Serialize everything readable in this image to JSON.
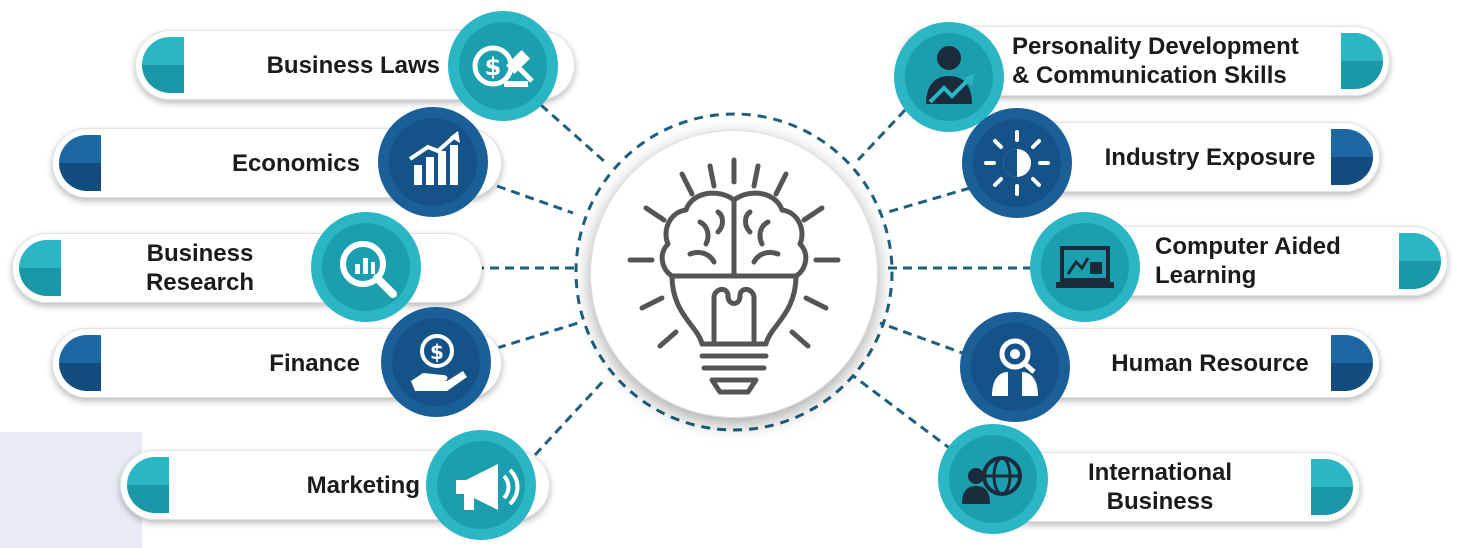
{
  "topics": [
    {
      "id": "business-laws",
      "lines": [
        "Business Laws"
      ],
      "icon": "gavel-dollar-icon",
      "color": "teal"
    },
    {
      "id": "economics",
      "lines": [
        "Economics"
      ],
      "icon": "bar-chart-growth-icon",
      "color": "navy"
    },
    {
      "id": "business-research",
      "lines": [
        "Business",
        "Research"
      ],
      "icon": "magnifier-chart-icon",
      "color": "teal"
    },
    {
      "id": "finance",
      "lines": [
        "Finance"
      ],
      "icon": "hand-coin-icon",
      "color": "navy"
    },
    {
      "id": "marketing",
      "lines": [
        "Marketing"
      ],
      "icon": "megaphone-icon",
      "color": "teal"
    },
    {
      "id": "personality-development",
      "lines": [
        "Personality Development",
        "& Communication Skills"
      ],
      "icon": "person-growth-icon",
      "color": "teal"
    },
    {
      "id": "industry-exposure",
      "lines": [
        "Industry Exposure"
      ],
      "icon": "sun-gear-icon",
      "color": "navy"
    },
    {
      "id": "computer-aided-learning",
      "lines": [
        "Computer Aided",
        "Learning"
      ],
      "icon": "laptop-icon",
      "color": "teal"
    },
    {
      "id": "human-resource",
      "lines": [
        "Human Resource"
      ],
      "icon": "person-search-icon",
      "color": "navy"
    },
    {
      "id": "international-business",
      "lines": [
        "International",
        "Business"
      ],
      "icon": "globe-people-icon",
      "color": "teal"
    }
  ],
  "hub": {
    "icon": "brain-lightbulb-icon"
  },
  "colors": {
    "teal": "#2bb6c5",
    "navy": "#1a5f97",
    "connector": "#1e5f7e"
  }
}
